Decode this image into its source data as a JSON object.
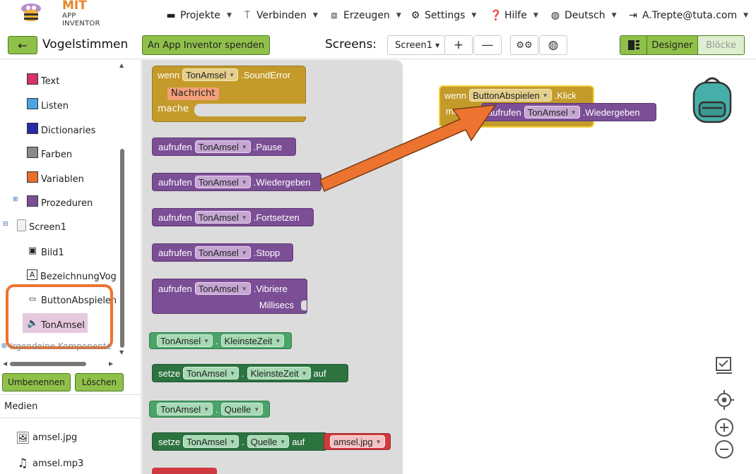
{
  "top": {
    "logo_mit": "MIT",
    "logo_sub": "APP INVENTOR",
    "menus": [
      {
        "label": "Projekte",
        "icon": "folder-icon"
      },
      {
        "label": "Verbinden",
        "icon": "antenna-icon"
      },
      {
        "label": "Erzeugen",
        "icon": "package-icon"
      },
      {
        "label": "Settings",
        "icon": "gear-icon"
      },
      {
        "label": "Hilfe",
        "icon": "help-icon"
      },
      {
        "label": "Deutsch",
        "icon": "globe-icon"
      },
      {
        "label": "A.Trepte@tuta.com",
        "icon": "logout-icon"
      }
    ]
  },
  "secondbar": {
    "back": "←",
    "project": "Vogelstimmen",
    "donate": "An App Inventor spenden",
    "screens_label": "Screens:",
    "screen_selected": "Screen1",
    "add": "+",
    "remove": "—",
    "designer": "Designer",
    "blocks": "Blöcke"
  },
  "tree": {
    "builtins": [
      {
        "label": "Text",
        "color": "#d5336a"
      },
      {
        "label": "Listen",
        "color": "#4ba5e0"
      },
      {
        "label": "Dictionaries",
        "color": "#2a2aa8"
      },
      {
        "label": "Farben",
        "color": "#8a8a8a"
      },
      {
        "label": "Variablen",
        "color": "#e8702a"
      },
      {
        "label": "Prozeduren",
        "color": "#7b4e95"
      }
    ],
    "screen": "Screen1",
    "components": [
      {
        "label": "Bild1",
        "icon": "image-icon"
      },
      {
        "label": "BezeichnungVog",
        "icon": "label-icon"
      },
      {
        "label": "ButtonAbspielen",
        "icon": "button-icon"
      },
      {
        "label": "TonAmsel",
        "icon": "speaker-icon"
      }
    ],
    "any_component": "Irgendeine Komponente",
    "rename": "Umbenennen",
    "delete": "Löschen"
  },
  "media": {
    "title": "Medien",
    "files": [
      {
        "label": "amsel.jpg",
        "icon": "image-file-icon"
      },
      {
        "label": "amsel.mp3",
        "icon": "music-file-icon"
      }
    ]
  },
  "blocks": {
    "wenn": "wenn",
    "mache": "mache",
    "aufrufen": "aufrufen",
    "setze": "setze",
    "auf": "auf",
    "ton": "TonAmsel",
    "sound_error": ".SoundError",
    "nachricht": "Nachricht",
    "pause": ".Pause",
    "wiedergeben": ".Wiedergeben",
    "fortsetzen": ".Fortsetzen",
    "stopp": ".Stopp",
    "vibriere": ".Vibriere",
    "millisecs": "Millisecs",
    "dot": ".",
    "kleinste_zeit": "KleinsteZeit",
    "quelle": "Quelle",
    "amsel_jpg": "amsel.jpg",
    "button": "ButtonAbspielen",
    "klick": ".Klick"
  },
  "colors": {
    "accent_green": "#8fc04a",
    "highlight_orange": "#ec7430",
    "arrow_orange": "#ec7430"
  }
}
